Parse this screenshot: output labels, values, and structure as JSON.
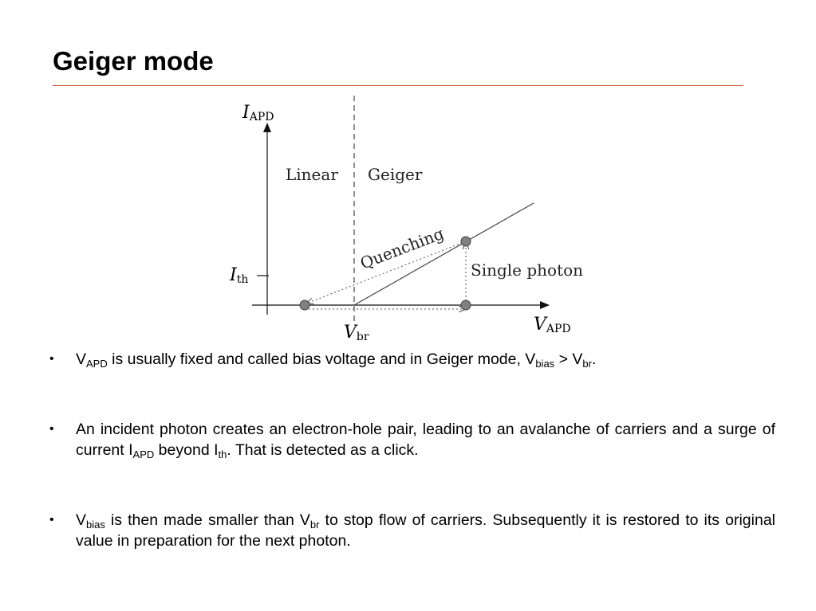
{
  "slide": {
    "title": "Geiger mode"
  },
  "diagram": {
    "y_axis_label": {
      "main": "I",
      "sub": "APD"
    },
    "x_axis_label": {
      "main": "V",
      "sub": "APD"
    },
    "threshold_label": {
      "main": "I",
      "sub": "th"
    },
    "breakdown_label": {
      "main": "V",
      "sub": "br"
    },
    "region_linear": "Linear",
    "region_geiger": "Geiger",
    "quenching_label": "Quenching",
    "single_photon_label": "Single photon"
  },
  "bullets": {
    "b1": {
      "p1": "V",
      "s1": "APD",
      "p2": " is usually fixed and called bias voltage and in Geiger mode, V",
      "s2": "bias",
      "p3": " > V",
      "s3": "br",
      "p4": "."
    },
    "b2": {
      "p1": "An incident photon creates an electron-hole pair, leading to an avalanche of carriers and a surge of current I",
      "s1": "APD",
      "p2": " beyond I",
      "s2": "th",
      "p3": ". That is detected as a click."
    },
    "b3": {
      "p1": "V",
      "s1": "bias",
      "p2": " is then made smaller than V",
      "s2": "br",
      "p3": " to stop flow of carriers. Subsequently it is restored to its original value in preparation for the next photon."
    }
  }
}
